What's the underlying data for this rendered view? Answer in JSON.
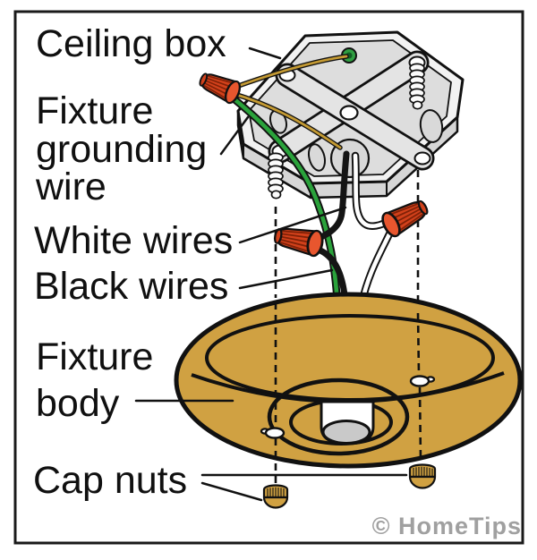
{
  "labels": {
    "ceiling_box": "Ceiling box",
    "grounding": {
      "line1": "Fixture",
      "line2": "grounding",
      "line3": "wire"
    },
    "white_wires": "White wires",
    "black_wires": "Black wires",
    "fixture_body": {
      "line1": "Fixture",
      "line2": "body"
    },
    "cap_nuts": "Cap nuts"
  },
  "watermark": {
    "text": "© HomeTips",
    "color": "#a0a0a0"
  },
  "colors": {
    "fixture_gold": "#d0a142",
    "cap_nut_gold": "#d0a142",
    "wire_nut_orange": "#d2411b",
    "wire_nut_skirt": "#e8562e",
    "ground_wire_green": "#2aa23b",
    "bare_ground_copper": "#c49a33",
    "white_wire": "#ffffff",
    "black_wire": "#151515",
    "box_face_gray": "#f2f2f2",
    "box_inner_gray": "#dddddd",
    "ground_screw_green": "#2f9e41",
    "socket_gray": "#c9c9c9",
    "border_black": "#1a1a1a"
  }
}
